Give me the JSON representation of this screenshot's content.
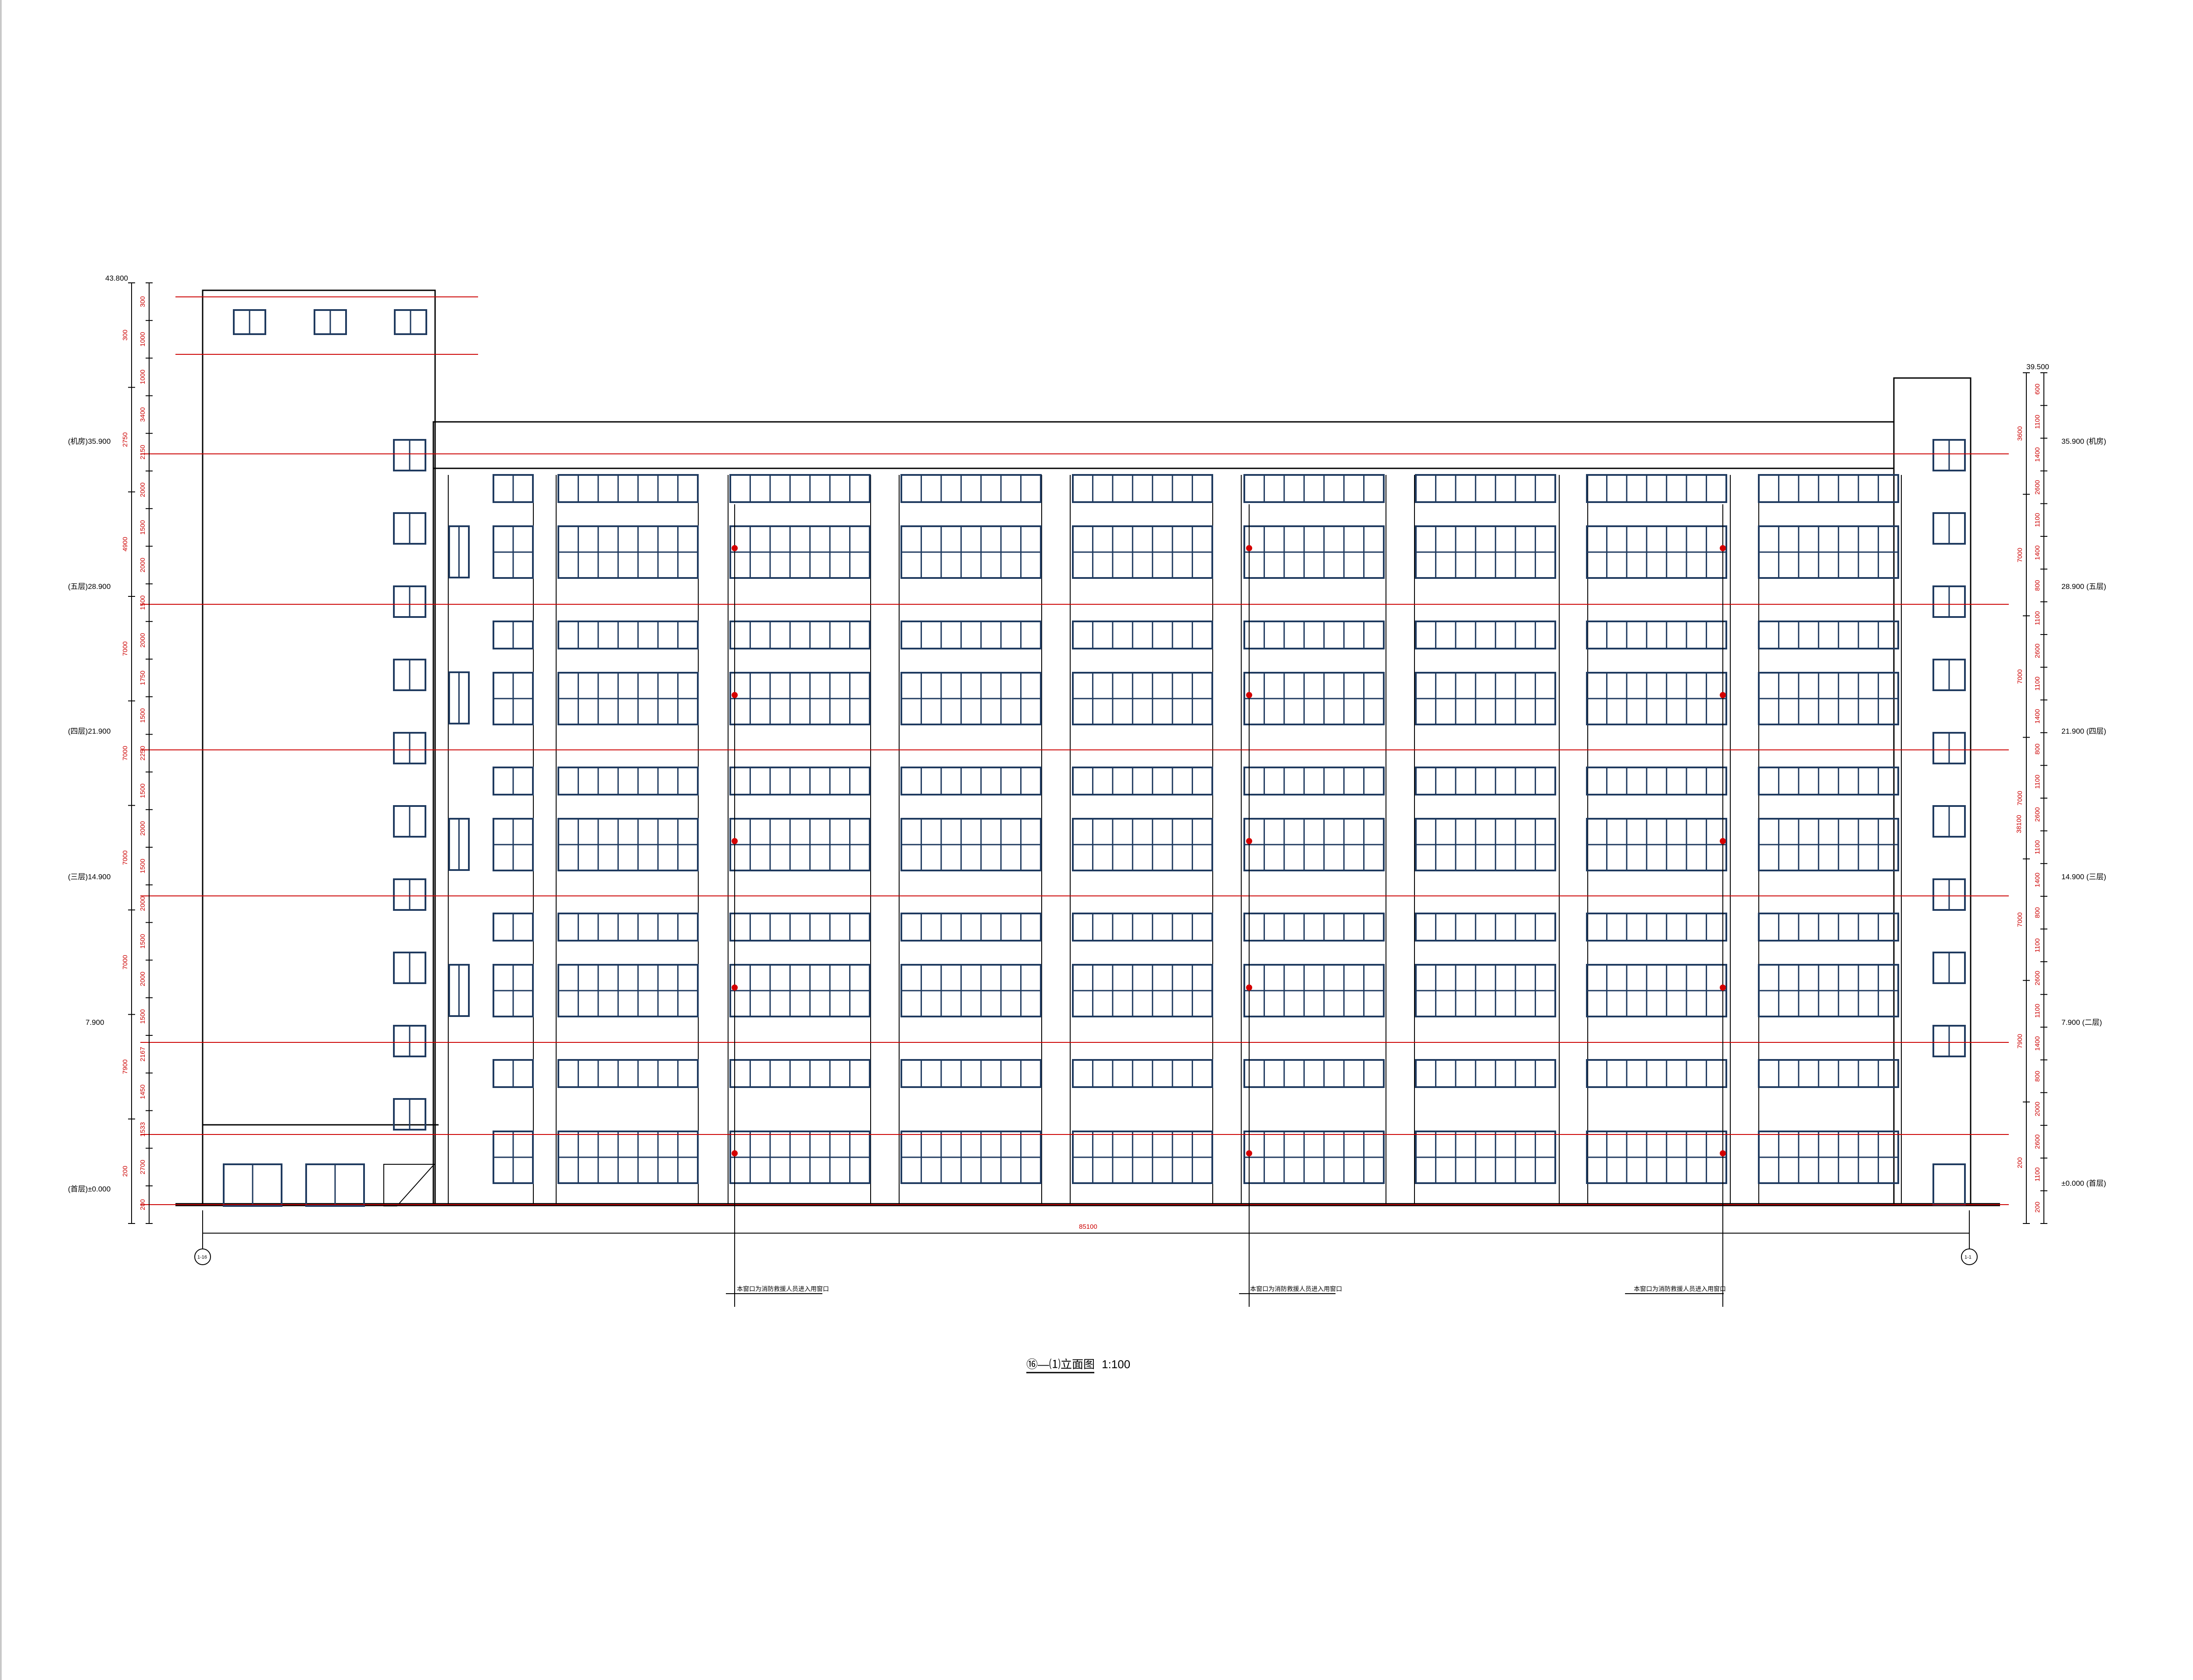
{
  "drawing": {
    "title": "⑯—⑴立面图",
    "scale": "1:100",
    "overall_width_dim": "85100",
    "height_dim_right": "38100",
    "axis_left": "1-16",
    "axis_right": "1-1"
  },
  "levels_left": [
    {
      "id": "top",
      "label": "43.800"
    },
    {
      "id": "roof",
      "label": "(机房)35.900"
    },
    {
      "id": "f5",
      "label": "(五层)28.900"
    },
    {
      "id": "f4",
      "label": "(四层)21.900"
    },
    {
      "id": "f3",
      "label": "(三层)14.900"
    },
    {
      "id": "f2",
      "label": "7.900"
    },
    {
      "id": "f1",
      "label": "(首层)±0.000"
    }
  ],
  "levels_right": [
    {
      "id": "top",
      "label": "39.500"
    },
    {
      "id": "roof",
      "label": "35.900 (机房)"
    },
    {
      "id": "f5",
      "label": "28.900 (五层)"
    },
    {
      "id": "f4",
      "label": "21.900 (四层)"
    },
    {
      "id": "f3",
      "label": "14.900 (三层)"
    },
    {
      "id": "f2",
      "label": "7.900 (二层)"
    },
    {
      "id": "f1",
      "label": "±0.000 (首层)"
    }
  ],
  "dims_left_outer": [
    "300",
    "2750",
    "4900",
    "7000",
    "7000",
    "7000",
    "7000",
    "7900",
    "200"
  ],
  "dims_left_inner": [
    "300",
    "1000",
    "1000",
    "3400",
    "2150",
    "2000",
    "1500",
    "2000",
    "1500",
    "2000",
    "1750",
    "1500",
    "2250",
    "1500",
    "2000",
    "1500",
    "2000",
    "1500",
    "2000",
    "1500",
    "2167",
    "1450",
    "1533",
    "2700",
    "200"
  ],
  "dims_right_outer": [
    "3600",
    "7000",
    "7000",
    "7000",
    "7000",
    "7900",
    "200"
  ],
  "dims_right_inner": [
    "600",
    "1100",
    "1400",
    "2600",
    "1100",
    "1400",
    "800",
    "1100",
    "2600",
    "1100",
    "1400",
    "800",
    "1100",
    "2600",
    "1100",
    "1400",
    "800",
    "1100",
    "2600",
    "1100",
    "1400",
    "800",
    "2000",
    "2600",
    "1100",
    "200"
  ],
  "notes": [
    {
      "id": "n1",
      "text": "本窗口为消防救援人员进入用窗口"
    },
    {
      "id": "n2",
      "text": "本窗口为消防救援人员进入用窗口"
    },
    {
      "id": "n3",
      "text": "本窗口为消防救援人员进入用窗口"
    }
  ],
  "colors": {
    "outline": "#000000",
    "window": "#1f3a5f",
    "level_line": "#cc0000",
    "dimension": "#cc0000",
    "rescue_marker": "#d40000"
  }
}
